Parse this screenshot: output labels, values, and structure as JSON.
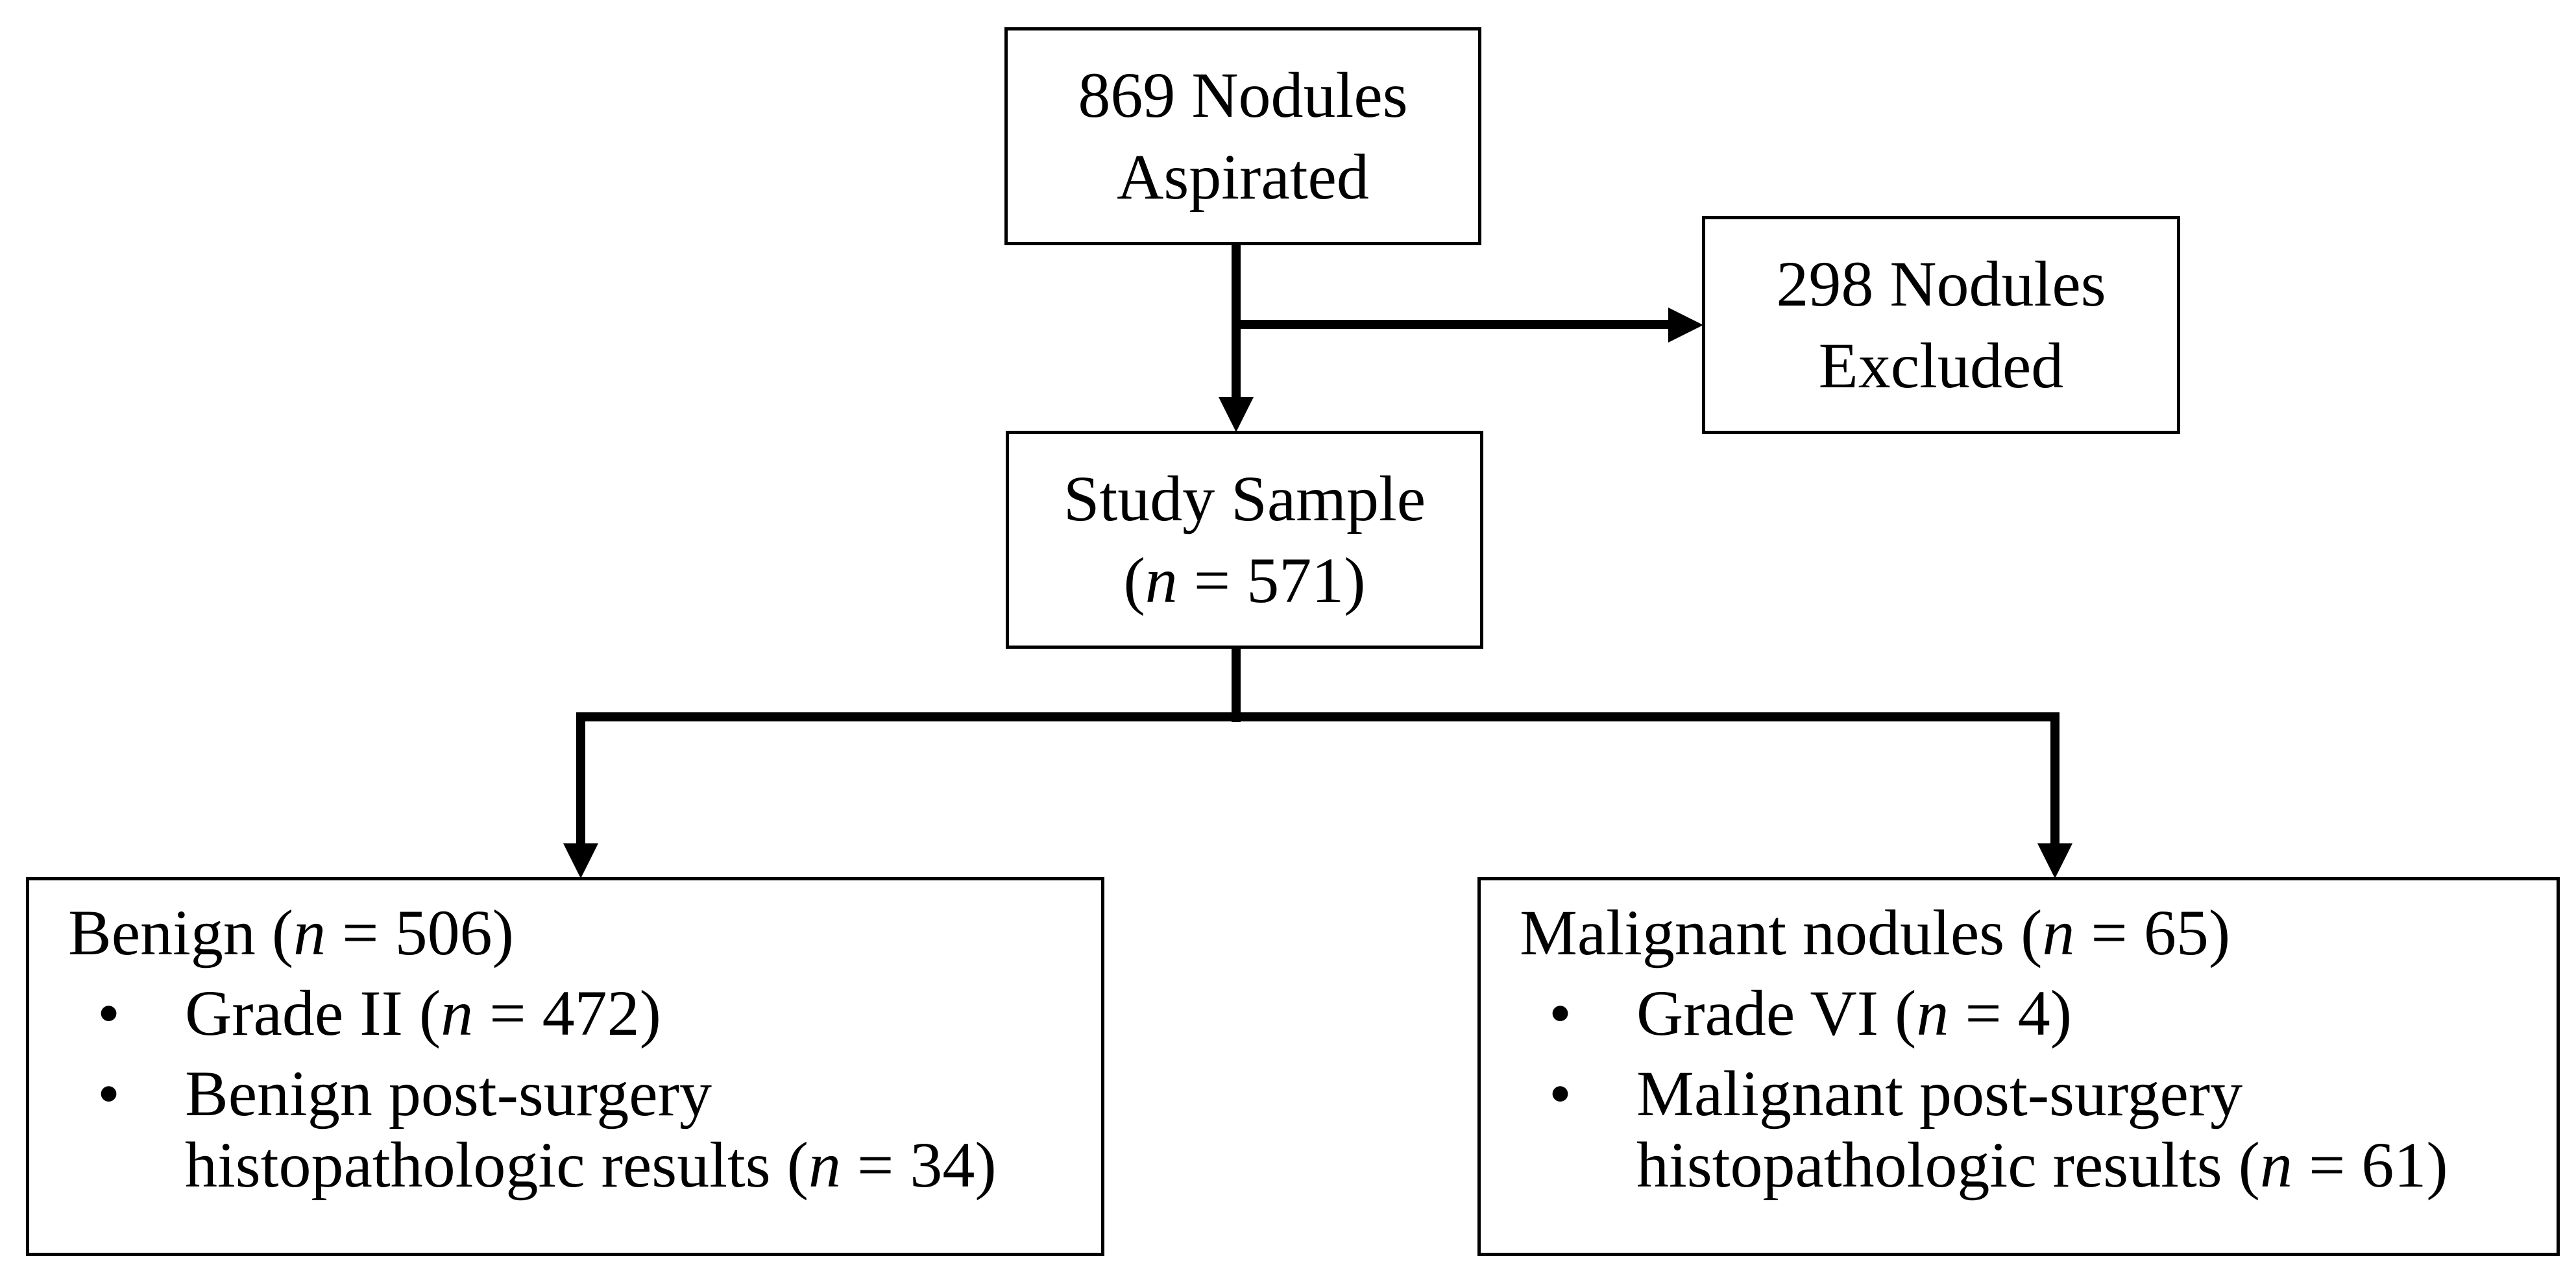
{
  "figure": {
    "background_color": "#ffffff",
    "line_color": "#000000",
    "text_color": "#000000",
    "bullet_glyph": "•"
  },
  "boxes": {
    "aspirated": {
      "line1": "869 Nodules",
      "line2": "Aspirated"
    },
    "excluded": {
      "line1": "298 Nodules",
      "line2": "Excluded"
    },
    "sample": {
      "line1": "Study Sample",
      "count_pre": "(",
      "count_var": "n",
      "count_post": " = 571)"
    },
    "benign": {
      "title_pre": "Benign (",
      "title_var": "n",
      "title_post": " = 506)",
      "bullets": [
        {
          "pre": "Grade II (",
          "var": "n",
          "post": " = 472)"
        },
        {
          "line1": "Benign post-surgery",
          "line2_pre": "histopathologic results (",
          "line2_var": "n",
          "line2_post": " = 34)"
        }
      ]
    },
    "malignant": {
      "title_pre": "Malignant nodules (",
      "title_var": "n",
      "title_post": " = 65)",
      "bullets": [
        {
          "pre": "Grade VI (",
          "var": "n",
          "post": " = 4)"
        },
        {
          "line1": "Malignant post-surgery",
          "line2_pre": "histopathologic results (",
          "line2_var": "n",
          "line2_post": " = 61)"
        }
      ]
    }
  }
}
